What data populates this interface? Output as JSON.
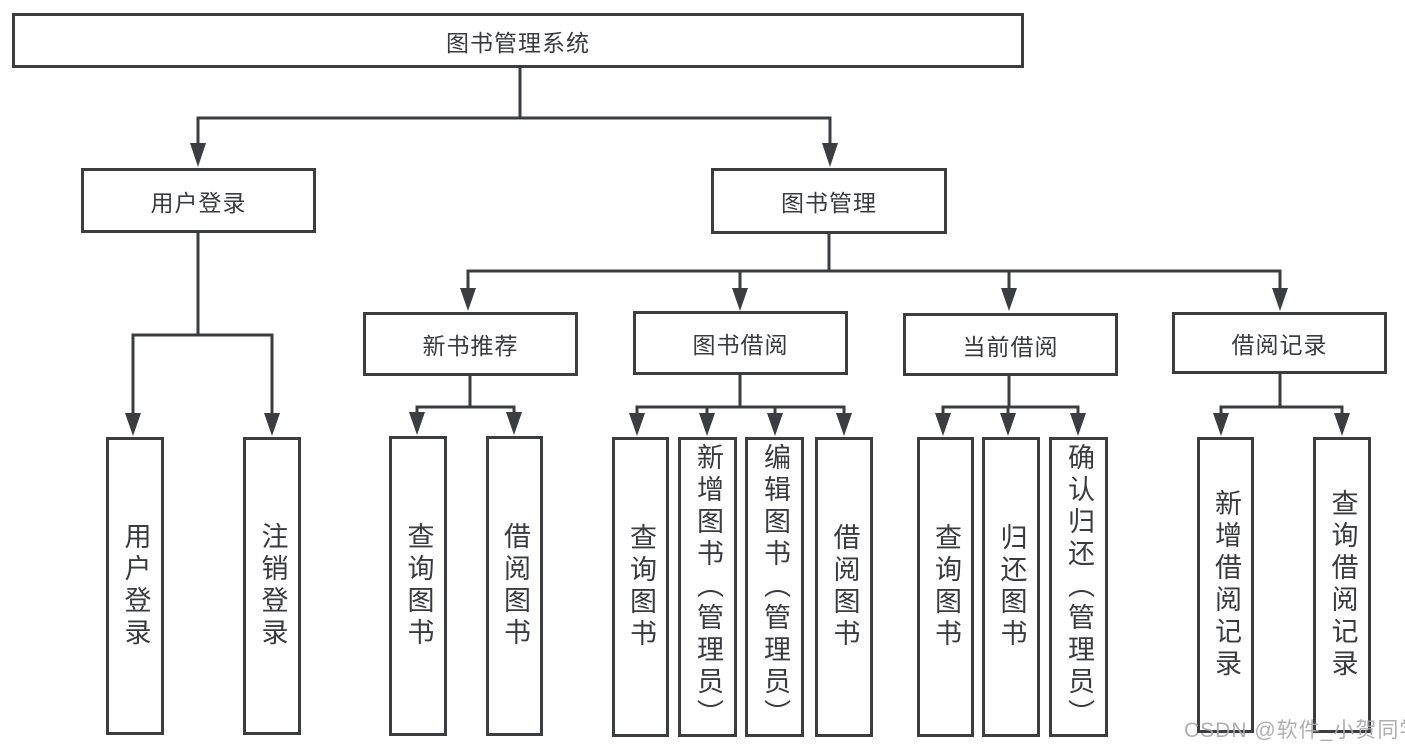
{
  "diagram": {
    "title": "图书管理系统",
    "branches": [
      {
        "label": "用户登录",
        "children": [
          {
            "label": "用户登录"
          },
          {
            "label": "注销登录"
          }
        ]
      },
      {
        "label": "图书管理",
        "children": [
          {
            "label": "新书推荐",
            "children": [
              {
                "label": "查询图书"
              },
              {
                "label": "借阅图书"
              }
            ]
          },
          {
            "label": "图书借阅",
            "children": [
              {
                "label": "查询图书"
              },
              {
                "label": "新增图书（管理员）"
              },
              {
                "label": "编辑图书（管理员）"
              },
              {
                "label": "借阅图书"
              }
            ]
          },
          {
            "label": "当前借阅",
            "children": [
              {
                "label": "查询图书"
              },
              {
                "label": "归还图书"
              },
              {
                "label": "确认归还（管理员）"
              }
            ]
          },
          {
            "label": "借阅记录",
            "children": [
              {
                "label": "新增借阅记录"
              },
              {
                "label": "查询借阅记录"
              }
            ]
          }
        ]
      }
    ]
  },
  "watermark": {
    "text": "CSDN @软件_小贺同学"
  },
  "colors": {
    "line": "#3b3d40",
    "text": "#393b3f",
    "background": "#ffffff",
    "watermark": "#a9a9a9"
  }
}
